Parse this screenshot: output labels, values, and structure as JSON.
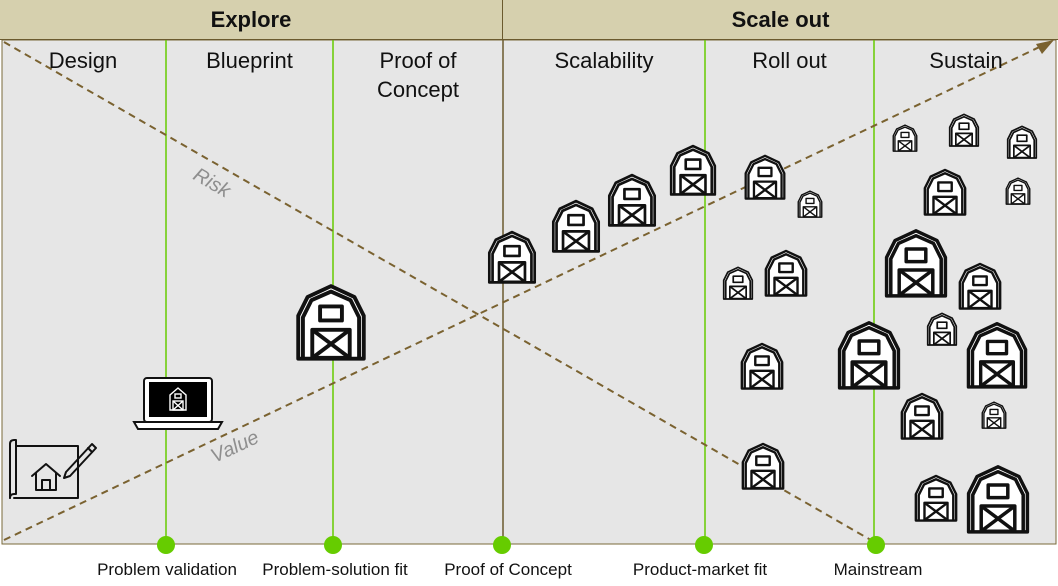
{
  "phases": [
    {
      "label": "Explore"
    },
    {
      "label": "Scale out"
    }
  ],
  "columns": [
    {
      "label": "Design"
    },
    {
      "label": "Blueprint"
    },
    {
      "label": "Proof of\nConcept"
    },
    {
      "label": "Scalability"
    },
    {
      "label": "Roll out"
    },
    {
      "label": "Sustain"
    }
  ],
  "milestones": [
    {
      "label": "Problem validation"
    },
    {
      "label": "Problem-solution fit"
    },
    {
      "label": "Proof of Concept"
    },
    {
      "label": "Product-market fit"
    },
    {
      "label": "Mainstream"
    }
  ],
  "curves": {
    "risk_label": "Risk",
    "value_label": "Value"
  },
  "colors": {
    "header_bg": "#d6d0ae",
    "panel_bg": "#e6e6e6",
    "milestone_green": "#66cc00",
    "trend_line": "#7a6230"
  },
  "icons": {
    "design": "blueprint-house-pencil-icon",
    "blueprint": "laptop-barn-icon",
    "unit": "barn-icon"
  }
}
